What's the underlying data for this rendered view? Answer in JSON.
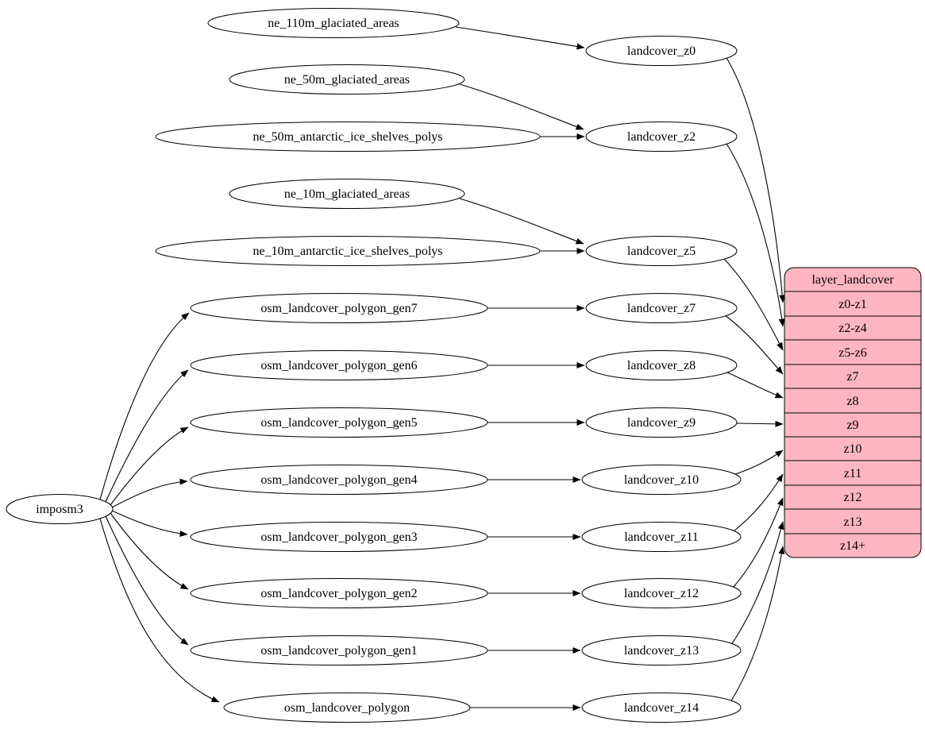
{
  "colors": {
    "record_fill": "#ffb6c1",
    "node_fill": "#ffffff",
    "stroke": "#000000"
  },
  "nodes": {
    "imposm3": "imposm3",
    "ne_110m_glaciated_areas": "ne_110m_glaciated_areas",
    "ne_50m_glaciated_areas": "ne_50m_glaciated_areas",
    "ne_50m_antarctic_ice_shelves_polys": "ne_50m_antarctic_ice_shelves_polys",
    "ne_10m_glaciated_areas": "ne_10m_glaciated_areas",
    "ne_10m_antarctic_ice_shelves_polys": "ne_10m_antarctic_ice_shelves_polys",
    "osm_landcover_polygon_gen7": "osm_landcover_polygon_gen7",
    "osm_landcover_polygon_gen6": "osm_landcover_polygon_gen6",
    "osm_landcover_polygon_gen5": "osm_landcover_polygon_gen5",
    "osm_landcover_polygon_gen4": "osm_landcover_polygon_gen4",
    "osm_landcover_polygon_gen3": "osm_landcover_polygon_gen3",
    "osm_landcover_polygon_gen2": "osm_landcover_polygon_gen2",
    "osm_landcover_polygon_gen1": "osm_landcover_polygon_gen1",
    "osm_landcover_polygon": "osm_landcover_polygon",
    "landcover_z0": "landcover_z0",
    "landcover_z2": "landcover_z2",
    "landcover_z5": "landcover_z5",
    "landcover_z7": "landcover_z7",
    "landcover_z8": "landcover_z8",
    "landcover_z9": "landcover_z9",
    "landcover_z10": "landcover_z10",
    "landcover_z11": "landcover_z11",
    "landcover_z12": "landcover_z12",
    "landcover_z13": "landcover_z13",
    "landcover_z14": "landcover_z14"
  },
  "record": {
    "title": "layer_landcover",
    "rows": [
      "z0-z1",
      "z2-z4",
      "z5-z6",
      "z7",
      "z8",
      "z9",
      "z10",
      "z11",
      "z12",
      "z13",
      "z14+"
    ]
  },
  "edges": [
    [
      "ne_110m_glaciated_areas",
      "landcover_z0"
    ],
    [
      "ne_50m_glaciated_areas",
      "landcover_z2"
    ],
    [
      "ne_50m_antarctic_ice_shelves_polys",
      "landcover_z2"
    ],
    [
      "ne_10m_glaciated_areas",
      "landcover_z5"
    ],
    [
      "ne_10m_antarctic_ice_shelves_polys",
      "landcover_z5"
    ],
    [
      "imposm3",
      "osm_landcover_polygon_gen7"
    ],
    [
      "imposm3",
      "osm_landcover_polygon_gen6"
    ],
    [
      "imposm3",
      "osm_landcover_polygon_gen5"
    ],
    [
      "imposm3",
      "osm_landcover_polygon_gen4"
    ],
    [
      "imposm3",
      "osm_landcover_polygon_gen3"
    ],
    [
      "imposm3",
      "osm_landcover_polygon_gen2"
    ],
    [
      "imposm3",
      "osm_landcover_polygon_gen1"
    ],
    [
      "imposm3",
      "osm_landcover_polygon"
    ],
    [
      "osm_landcover_polygon_gen7",
      "landcover_z7"
    ],
    [
      "osm_landcover_polygon_gen6",
      "landcover_z8"
    ],
    [
      "osm_landcover_polygon_gen5",
      "landcover_z9"
    ],
    [
      "osm_landcover_polygon_gen4",
      "landcover_z10"
    ],
    [
      "osm_landcover_polygon_gen3",
      "landcover_z11"
    ],
    [
      "osm_landcover_polygon_gen2",
      "landcover_z12"
    ],
    [
      "osm_landcover_polygon_gen1",
      "landcover_z13"
    ],
    [
      "osm_landcover_polygon",
      "landcover_z14"
    ],
    [
      "landcover_z0",
      "layer_landcover:z0-z1"
    ],
    [
      "landcover_z2",
      "layer_landcover:z2-z4"
    ],
    [
      "landcover_z5",
      "layer_landcover:z5-z6"
    ],
    [
      "landcover_z7",
      "layer_landcover:z7"
    ],
    [
      "landcover_z8",
      "layer_landcover:z8"
    ],
    [
      "landcover_z9",
      "layer_landcover:z9"
    ],
    [
      "landcover_z10",
      "layer_landcover:z10"
    ],
    [
      "landcover_z11",
      "layer_landcover:z11"
    ],
    [
      "landcover_z12",
      "layer_landcover:z12"
    ],
    [
      "landcover_z13",
      "layer_landcover:z13"
    ],
    [
      "landcover_z14",
      "layer_landcover:z14+"
    ]
  ]
}
